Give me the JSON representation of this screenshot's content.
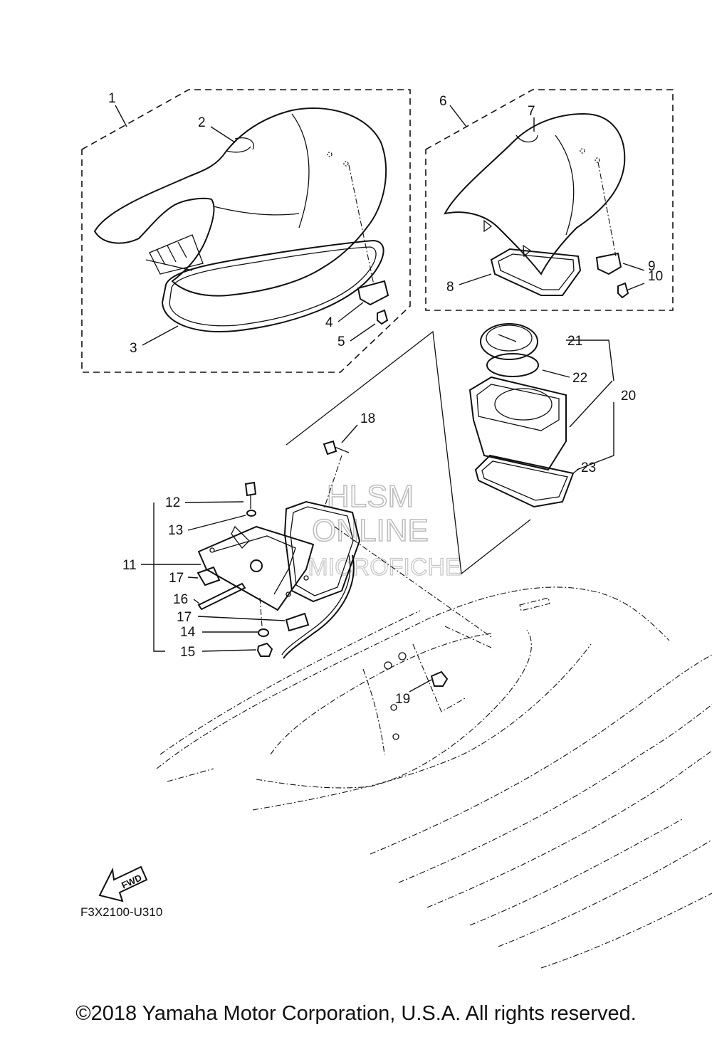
{
  "diagram": {
    "part_labels": {
      "p1": "1",
      "p2": "2",
      "p3": "3",
      "p4": "4",
      "p5": "5",
      "p6": "6",
      "p7": "7",
      "p8": "8",
      "p9": "9",
      "p10": "10",
      "p11": "11",
      "p12": "12",
      "p13": "13",
      "p14": "14",
      "p15": "15",
      "p16": "16",
      "p17a": "17",
      "p17b": "17",
      "p18": "18",
      "p19": "19",
      "p20": "20",
      "p21": "21",
      "p22": "22",
      "p23": "23"
    },
    "fwd_label": "FWD",
    "drawing_code": "F3X2100-U310",
    "watermark": {
      "line1": "HLSM",
      "line2": "ONLINE",
      "line3": "MICROFICHE"
    }
  },
  "footer": {
    "copyright": "©2018 Yamaha Motor Corporation, U.S.A. All rights reserved."
  }
}
